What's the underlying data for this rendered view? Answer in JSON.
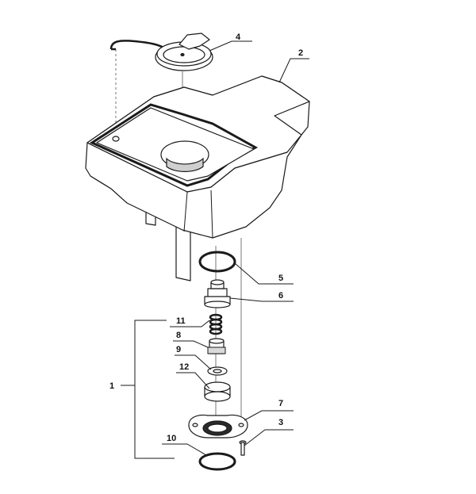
{
  "callouts": [
    {
      "id": "1",
      "label": "1"
    },
    {
      "id": "2",
      "label": "2"
    },
    {
      "id": "3",
      "label": "3"
    },
    {
      "id": "4",
      "label": "4"
    },
    {
      "id": "5",
      "label": "5"
    },
    {
      "id": "6",
      "label": "6"
    },
    {
      "id": "7",
      "label": "7"
    },
    {
      "id": "8",
      "label": "8"
    },
    {
      "id": "9",
      "label": "9"
    },
    {
      "id": "10",
      "label": "10"
    },
    {
      "id": "11",
      "label": "11"
    },
    {
      "id": "12",
      "label": "12"
    }
  ],
  "colors": {
    "line": "#1a1a1a",
    "fill": "#ffffff",
    "dark": "#2b2b2b"
  }
}
